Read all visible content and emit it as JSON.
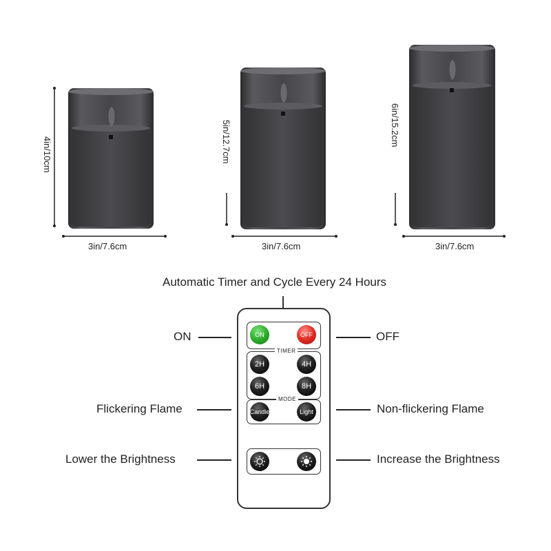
{
  "candles": [
    {
      "height_label": "4in/10cm",
      "width_label": "3in/7.6cm"
    },
    {
      "height_label": "5in/12.7cm",
      "width_label": "3in/7.6cm"
    },
    {
      "height_label": "6in/15.2cm",
      "width_label": "3in/7.6cm"
    }
  ],
  "remote": {
    "caption": "Automatic Timer and Cycle Every 24 Hours",
    "on_button": "ON",
    "off_button": "OFF",
    "timer_title": "TIMER",
    "timer_buttons": [
      "2H",
      "4H",
      "6H",
      "8H"
    ],
    "mode_title": "MODE",
    "mode_buttons": [
      "Candle",
      "Light"
    ]
  },
  "labels": {
    "on": "ON",
    "off": "OFF",
    "flickering": "Flickering Flame",
    "non_flickering": "Non-flickering Flame",
    "lower": "Lower the Brightness",
    "increase": "Increase the Brightness"
  },
  "colors": {
    "candle_body": "#3a3a3c",
    "on_button": "#2fae2d",
    "off_button": "#e22d23"
  }
}
